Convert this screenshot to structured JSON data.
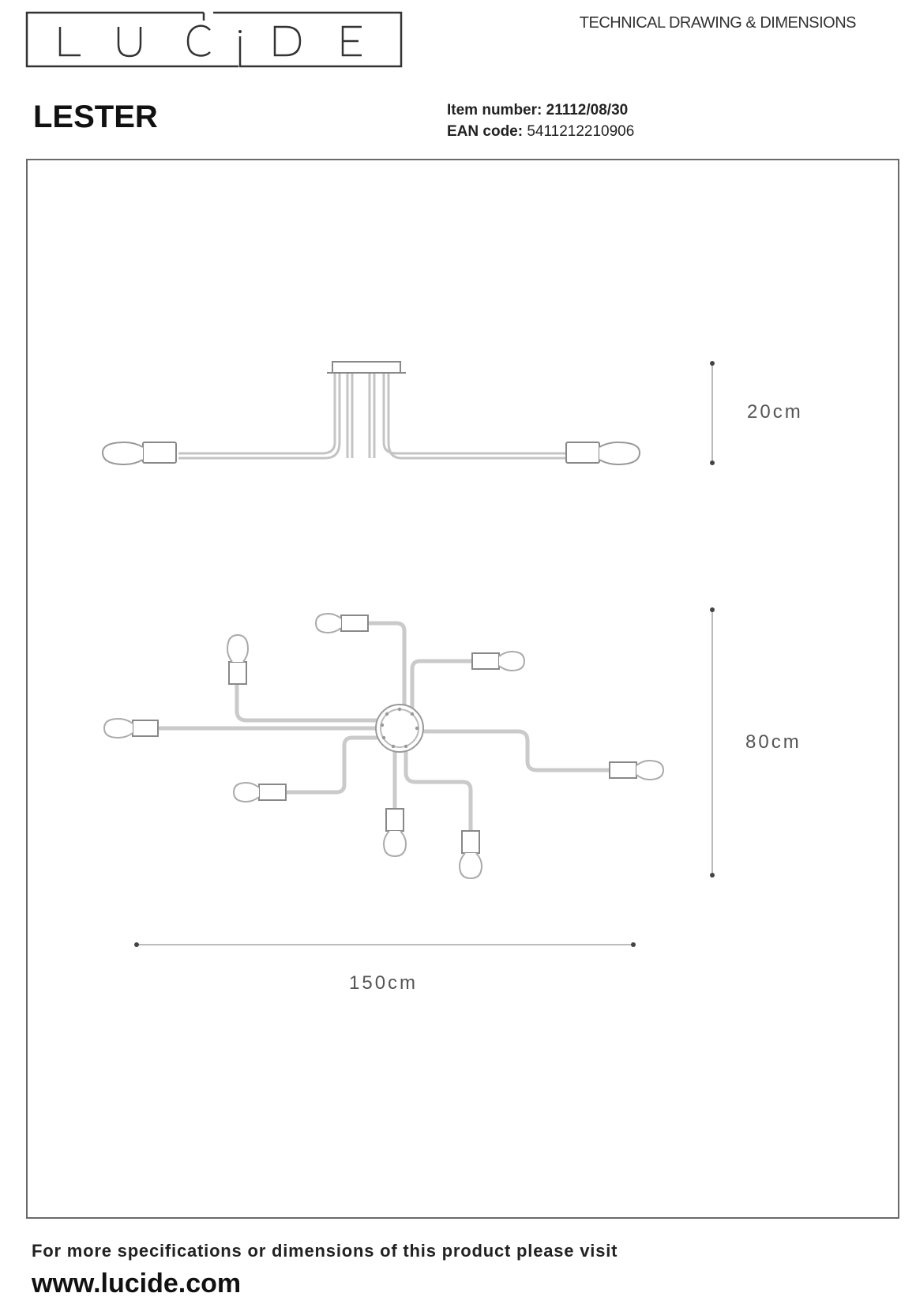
{
  "header": {
    "brand_logo_text": "LUCIDE",
    "doc_type": "TECHNICAL DRAWING & DIMENSIONS"
  },
  "product": {
    "name": "LESTER",
    "item_number_label": "Item number:",
    "item_number": "21112/08/30",
    "ean_label": "EAN code:",
    "ean": "5411212210906"
  },
  "drawing": {
    "views": [
      "side-view",
      "top-view"
    ],
    "dimensions": {
      "height": "20cm",
      "depth": "80cm",
      "width": "150cm"
    },
    "bulb_count": 8,
    "line_color": "#c8c8c8",
    "outline_color": "#8a8a8a"
  },
  "footer": {
    "note": "For more specifications or dimensions of this product please visit",
    "url": "www.lucide.com"
  }
}
